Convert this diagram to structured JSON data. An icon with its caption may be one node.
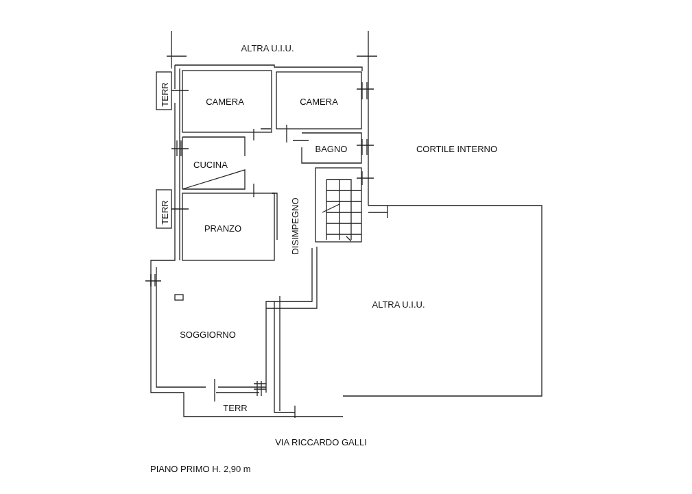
{
  "diagram": {
    "caption": "PIANO PRIMO H. 2,90 m",
    "labels": [
      "ALTRA U.I.U.",
      "TERR",
      "CAMERA",
      "CAMERA",
      "CORTILE INTERNO",
      "BAGNO",
      "CUCINA",
      "TERR",
      "PRANZO",
      "DISIMPEGNO",
      "ALTRA U.I.U.",
      "SOGGIORNO",
      "TERR",
      "VIA RICCARDO GALLI"
    ]
  }
}
